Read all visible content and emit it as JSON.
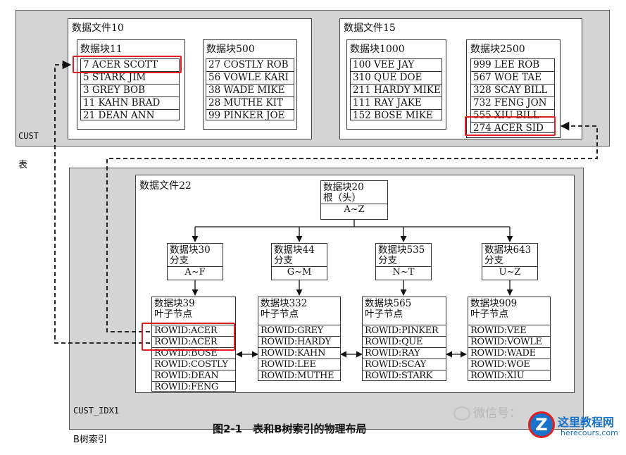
{
  "cust_table": {
    "label_line1": "CUST",
    "label_line2": "表",
    "files": [
      {
        "title": "数据文件10",
        "blocks": [
          {
            "title": "数据块11",
            "rows": [
              "7 ACER SCOTT",
              "5 STARK JIM",
              "3 GREY BOB",
              "11 KAHN BRAD",
              "21 DEAN ANN"
            ]
          },
          {
            "title": "数据块500",
            "rows": [
              "27 COSTLY ROB",
              "56 VOWLE KARI",
              "38 WADE MIKE",
              "28 MUTHE KIT",
              "99 PINKER JOE"
            ]
          }
        ]
      },
      {
        "title": "数据文件15",
        "blocks": [
          {
            "title": "数据块1000",
            "rows": [
              "100 VEE JAY",
              "310 QUE DOE",
              "211 HARDY MIKE",
              "111 RAY JAKE",
              "152 BOSE MIKE"
            ]
          },
          {
            "title": "数据块2500",
            "rows": [
              "999 LEE ROB",
              "567 WOE TAE",
              "328 SCAY BILL",
              "732 FENG JON",
              "555 XIU BILL",
              "274 ACER SID"
            ]
          }
        ]
      }
    ]
  },
  "cust_index": {
    "label_line1": "CUST_IDX1",
    "label_line2": "B树索引",
    "file_title": "数据文件22",
    "root": {
      "title": "数据块20",
      "subtitle": "根（头）",
      "range": "A~Z"
    },
    "branches": [
      {
        "title": "数据块30",
        "subtitle": "分支",
        "range": "A~F"
      },
      {
        "title": "数据块44",
        "subtitle": "分支",
        "range": "G~M"
      },
      {
        "title": "数据块535",
        "subtitle": "分支",
        "range": "N~T"
      },
      {
        "title": "数据块643",
        "subtitle": "分支",
        "range": "U~Z"
      }
    ],
    "leaves": [
      {
        "title": "数据块39",
        "subtitle": "叶子节点",
        "rows": [
          "ROWID:ACER",
          "ROWID:ACER",
          "ROWID:BOSE",
          "ROWID:COSTLY",
          "ROWID:DEAN",
          "ROWID:FENG"
        ]
      },
      {
        "title": "数据块332",
        "subtitle": "叶子节点",
        "rows": [
          "ROWID:GREY",
          "ROWID:HARDY",
          "ROWID:KAHN",
          "ROWID:LEE",
          "ROWID:MUTHE"
        ]
      },
      {
        "title": "数据块565",
        "subtitle": "叶子节点",
        "rows": [
          "ROWID:PINKER",
          "ROWID:QUE",
          "ROWID:RAY",
          "ROWID:SCAY",
          "ROWID:STARK"
        ]
      },
      {
        "title": "数据块909",
        "subtitle": "叶子节点",
        "rows": [
          "ROWID:VEE",
          "ROWID:VOWLE",
          "ROWID:WADE",
          "ROWID:WOE",
          "ROWID:XIU"
        ]
      }
    ]
  },
  "caption": "图2-1　表和B树索引的物理布局",
  "watermark": "微信号：",
  "logo": {
    "title": "这里教程网",
    "url": "herecours.com",
    "accent": "#1a73c9",
    "highlight": "#e02020"
  }
}
